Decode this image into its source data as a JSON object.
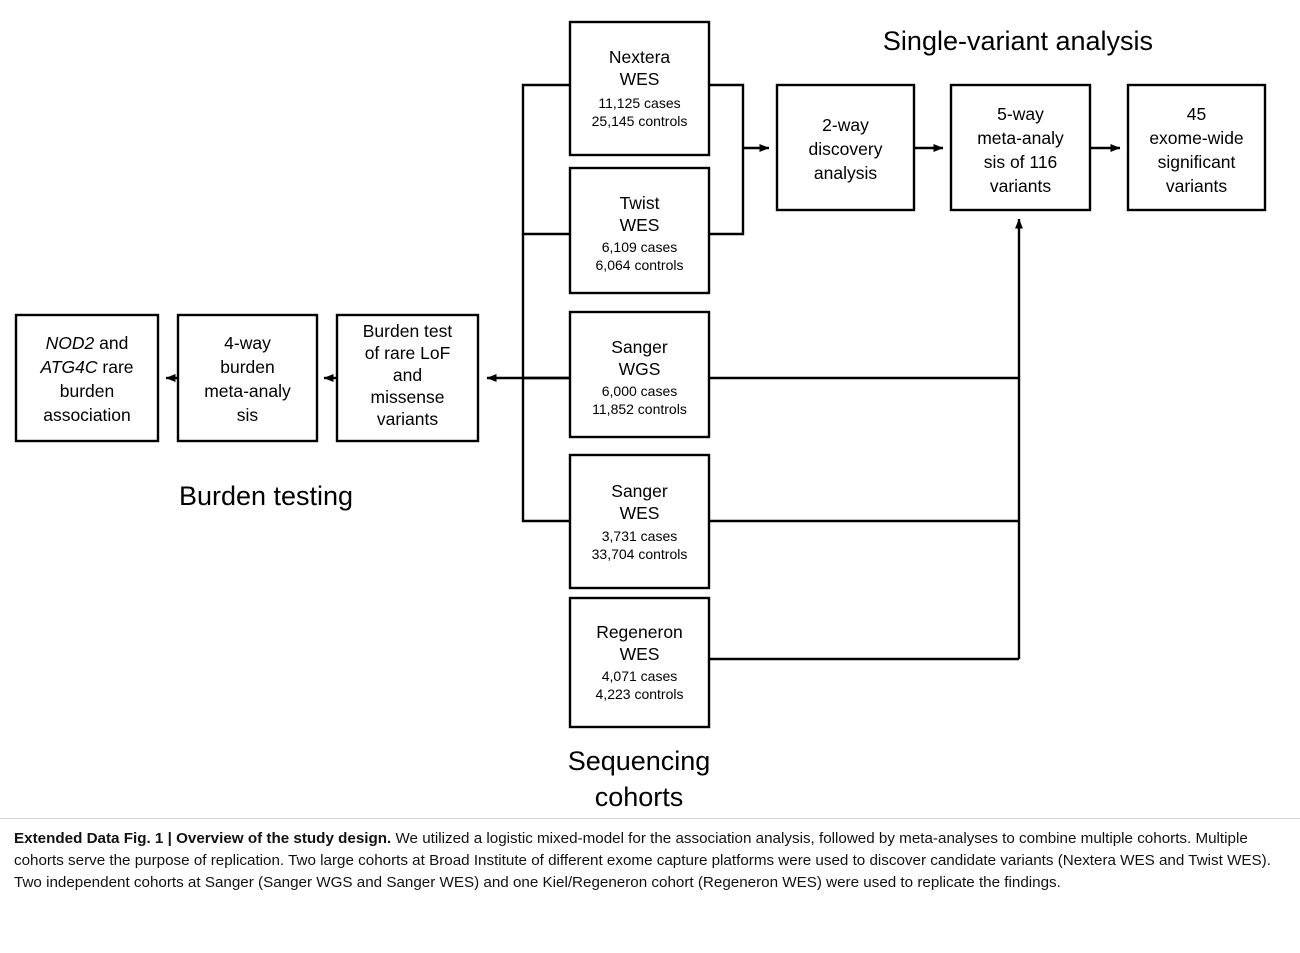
{
  "figure": {
    "headings": {
      "single_variant": "Single-variant analysis",
      "burden_testing": "Burden testing",
      "sequencing_cohorts_line1": "Sequencing",
      "sequencing_cohorts_line2": "cohorts"
    },
    "cohorts": [
      {
        "id": "nextera-wes",
        "title_line1": "Nextera",
        "title_line2": "WES",
        "cases": "11,125 cases",
        "controls": "25,145 controls"
      },
      {
        "id": "twist-wes",
        "title_line1": "Twist",
        "title_line2": "WES",
        "cases": "6,109 cases",
        "controls": "6,064 controls"
      },
      {
        "id": "sanger-wgs",
        "title_line1": "Sanger",
        "title_line2": "WGS",
        "cases": "6,000 cases",
        "controls": "11,852 controls"
      },
      {
        "id": "sanger-wes",
        "title_line1": "Sanger",
        "title_line2": "WES",
        "cases": "3,731 cases",
        "controls": "33,704 controls"
      },
      {
        "id": "regeneron-wes",
        "title_line1": "Regeneron",
        "title_line2": "WES",
        "cases": "4,071 cases",
        "controls": "4,223 controls"
      }
    ],
    "single_variant_boxes": [
      {
        "id": "two-way-discovery",
        "lines": [
          "2-way",
          "discovery",
          "analysis"
        ]
      },
      {
        "id": "five-way-meta",
        "lines": [
          "5-way",
          "meta-analy",
          "sis of 116",
          "variants"
        ]
      },
      {
        "id": "exome-wide-significant",
        "lines": [
          "45",
          "exome-wide",
          "significant",
          "variants"
        ]
      }
    ],
    "burden_boxes": [
      {
        "id": "nod2-atg4c-association",
        "lines": [
          "NOD2 and",
          "ATG4C rare",
          "burden",
          "association"
        ],
        "italic_tokens": [
          "NOD2",
          "ATG4C"
        ],
        "line1_italic": "NOD2",
        "line1_plain": " and",
        "line2_italic": "ATG4C",
        "line2_plain": " rare",
        "line3": "burden",
        "line4": "association"
      },
      {
        "id": "four-way-burden-meta",
        "lines": [
          "4-way",
          "burden",
          "meta-analy",
          "sis"
        ]
      },
      {
        "id": "burden-test-rare-variants",
        "lines": [
          "Burden test",
          "of rare LoF",
          "and",
          "missense",
          "variants"
        ]
      }
    ],
    "colors": {
      "stroke": "#000000",
      "fill": "#ffffff",
      "text": "#000000"
    }
  },
  "caption": {
    "label": "Extended Data Fig. 1 | Overview of the study design.",
    "body": " We utilized a logistic mixed-model for the association analysis, followed by meta-analyses to combine multiple cohorts. Multiple cohorts serve the purpose of replication. Two large cohorts at Broad Institute of different exome capture platforms were used to discover candidate variants (Nextera WES and Twist WES). Two independent cohorts at Sanger (Sanger WGS and Sanger WES) and one Kiel/Regeneron cohort (Regeneron WES) were used to replicate the findings."
  }
}
